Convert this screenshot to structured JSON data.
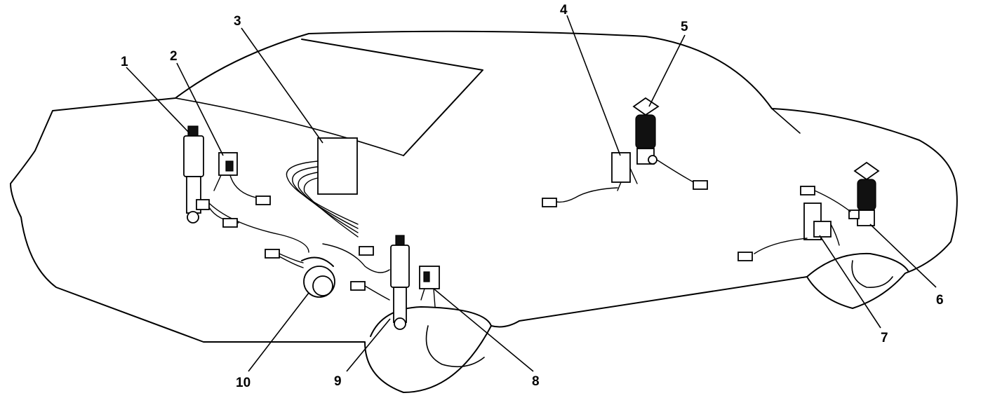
{
  "diagram": {
    "callouts": [
      {
        "id": "1",
        "label": "1"
      },
      {
        "id": "2",
        "label": "2"
      },
      {
        "id": "3",
        "label": "3"
      },
      {
        "id": "4",
        "label": "4"
      },
      {
        "id": "5",
        "label": "5"
      },
      {
        "id": "6",
        "label": "6"
      },
      {
        "id": "7",
        "label": "7"
      },
      {
        "id": "8",
        "label": "8"
      },
      {
        "id": "9",
        "label": "9"
      },
      {
        "id": "10",
        "label": "10"
      }
    ],
    "colors": {
      "line": "#000000",
      "background": "#ffffff"
    }
  }
}
